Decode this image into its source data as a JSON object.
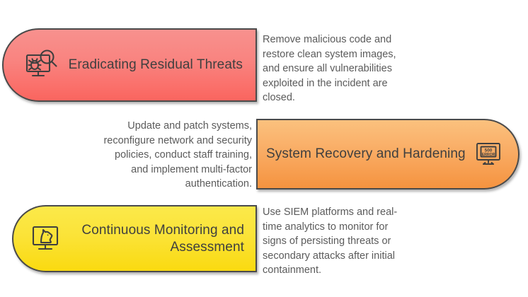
{
  "rows": [
    {
      "id": "eradicating",
      "title": "Eradicating Residual Threats",
      "description": "Remove malicious code and restore clean system images, and ensure all vulnerabilities exploited in the incident are closed.",
      "icon_name": "monitor-bug-search-icon",
      "color_start": "#f8918e",
      "color_end": "#fa655f",
      "bar_side": "left",
      "text_side": "right"
    },
    {
      "id": "recovery",
      "title": "System Recovery and Hardening",
      "description": "Update and patch systems, reconfigure network and security policies, conduct staff training, and implement multi-factor authentication.",
      "icon_name": "monitor-500-error-icon",
      "icon_text_line1": "500",
      "icon_text_line2": "ERROR",
      "color_start": "#fbc17e",
      "color_end": "#f5933f",
      "bar_side": "right",
      "text_side": "left"
    },
    {
      "id": "monitoring",
      "title": "Continuous Monitoring and Assessment",
      "description": "Use SIEM platforms and real-time analytics to monitor for signs of persisting threats or secondary attacks after initial containment.",
      "icon_name": "monitor-watchdog-icon",
      "color_start": "#fbe94a",
      "color_end": "#fada10",
      "bar_side": "left",
      "text_side": "right"
    }
  ],
  "style": {
    "stroke_color": "#4a4a4a",
    "title_text_color": "#3f3f3f",
    "description_text_color": "#5b5b5b",
    "background": "#ffffff"
  }
}
